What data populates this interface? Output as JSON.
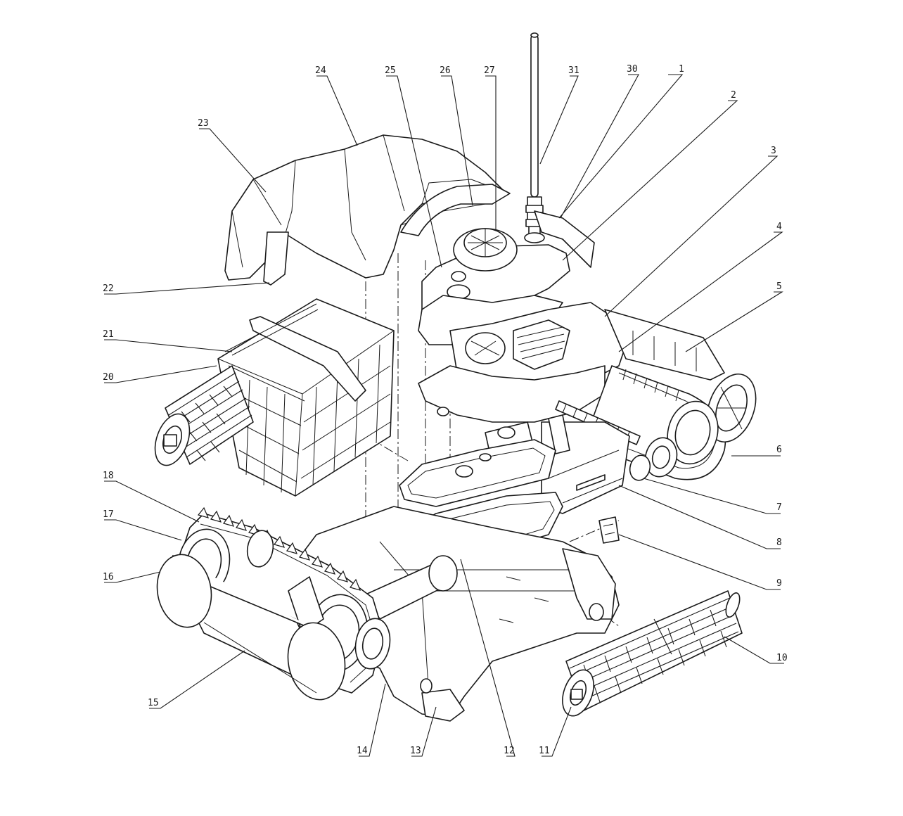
{
  "callouts": [
    {
      "id": "c1",
      "label": "1"
    },
    {
      "id": "c2",
      "label": "2"
    },
    {
      "id": "c3",
      "label": "3"
    },
    {
      "id": "c4",
      "label": "4"
    },
    {
      "id": "c5",
      "label": "5"
    },
    {
      "id": "c6",
      "label": "6"
    },
    {
      "id": "c7",
      "label": "7"
    },
    {
      "id": "c8",
      "label": "8"
    },
    {
      "id": "c9",
      "label": "9"
    },
    {
      "id": "c10",
      "label": "10"
    },
    {
      "id": "c11",
      "label": "11"
    },
    {
      "id": "c12",
      "label": "12"
    },
    {
      "id": "c13",
      "label": "13"
    },
    {
      "id": "c14",
      "label": "14"
    },
    {
      "id": "c15",
      "label": "15"
    },
    {
      "id": "c16",
      "label": "16"
    },
    {
      "id": "c17",
      "label": "17"
    },
    {
      "id": "c18",
      "label": "18"
    },
    {
      "id": "c20",
      "label": "20"
    },
    {
      "id": "c21",
      "label": "21"
    },
    {
      "id": "c22",
      "label": "22"
    },
    {
      "id": "c23",
      "label": "23"
    },
    {
      "id": "c24",
      "label": "24"
    },
    {
      "id": "c25",
      "label": "25"
    },
    {
      "id": "c26",
      "label": "26"
    },
    {
      "id": "c27",
      "label": "27"
    },
    {
      "id": "c30",
      "label": "30"
    },
    {
      "id": "c31",
      "label": "31"
    }
  ]
}
